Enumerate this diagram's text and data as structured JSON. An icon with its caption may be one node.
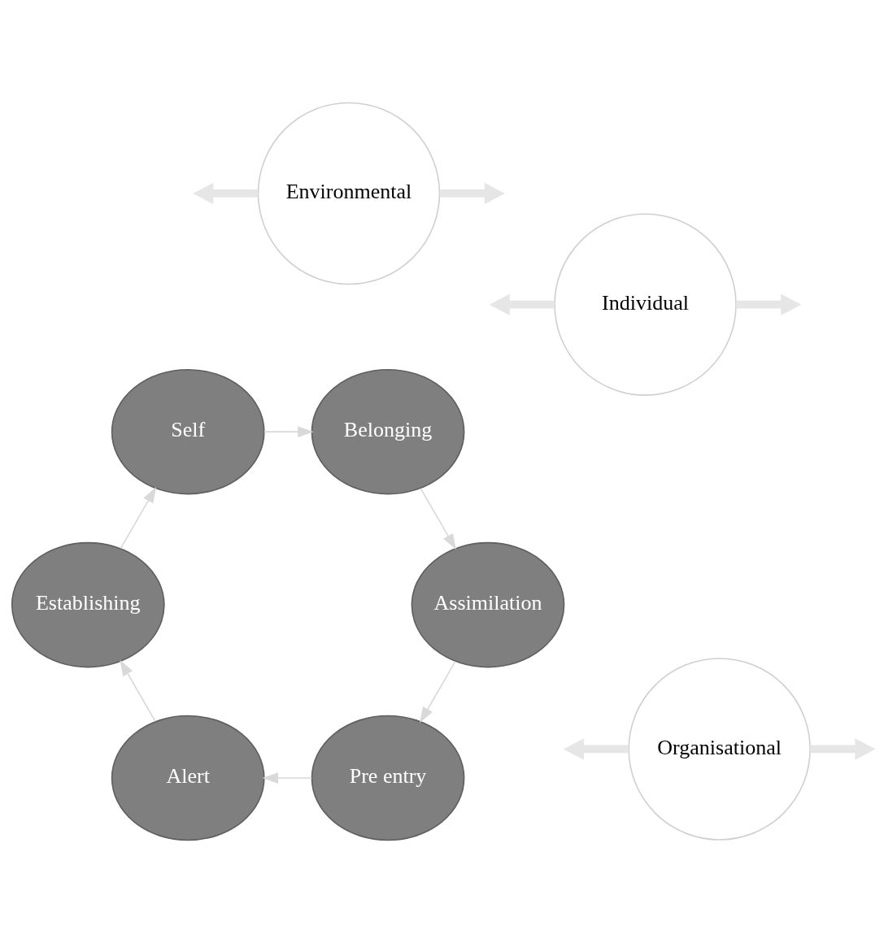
{
  "diagram": {
    "nodes": [
      {
        "text": [
          "Pre entry"
        ]
      },
      {
        "text": [
          "Alert"
        ]
      },
      {
        "text": [
          "Establishing"
        ]
      },
      {
        "text": [
          "Self"
        ]
      },
      {
        "text": [
          "Belonging"
        ]
      },
      {
        "text": [
          "Assimilation"
        ]
      },
      {
        "text": [
          "Individual"
        ]
      },
      {
        "text": [
          "Organisational"
        ]
      },
      {
        "text": [
          "Environmental"
        ]
      }
    ],
    "edges": [
      {
        "from": 5,
        "to": 0,
        "arrow": "to",
        "color": "#d9d9d9"
      },
      {
        "from": 0,
        "to": 1,
        "arrow": "to",
        "color": "#d9d9d9"
      },
      {
        "from": 1,
        "to": 2,
        "arrow": "to",
        "color": "#d9d9d9"
      },
      {
        "from": 2,
        "to": 3,
        "arrow": "to",
        "color": "#d9d9d9"
      },
      {
        "from": 3,
        "to": 4,
        "arrow": "to",
        "color": "#d9d9d9"
      },
      {
        "from": 4,
        "to": 5,
        "arrow": "to",
        "color": "#d9d9d9"
      },
      {
        "from": 6,
        "to": null,
        "arrow": "to",
        "style": "thick",
        "color": "#e6e6e6"
      },
      {
        "from": 7,
        "to": null,
        "arrow": "to",
        "style": "thick",
        "color": "#e6e6e6"
      },
      {
        "from": 7,
        "to": null,
        "arrow": "to",
        "style": "thick",
        "color": "#e6e6e6"
      },
      {
        "from": 8,
        "to": null,
        "arrow": "to",
        "style": "thick",
        "color": "#e6e6e6"
      },
      {
        "from": 8,
        "to": null,
        "arrow": "to",
        "style": "thick",
        "color": "#e6e6e6"
      },
      {
        "from": 6,
        "to": null,
        "arrow": "to",
        "style": "thick",
        "color": "#e6e6e6"
      }
    ]
  }
}
